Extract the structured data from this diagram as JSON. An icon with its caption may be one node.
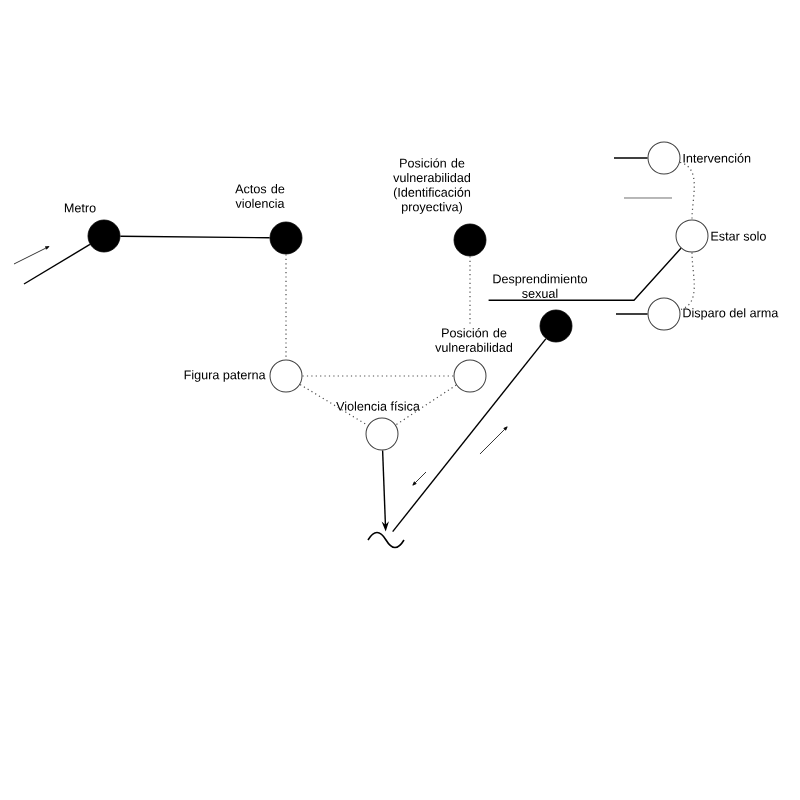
{
  "diagram": {
    "nodes": [
      {
        "text": [
          "Metro"
        ]
      },
      {
        "text": [
          "Actos de violencia"
        ]
      },
      {
        "text": [
          "Posición de vulnerabilidad (Identificación proyectiva)"
        ]
      },
      {
        "text": [
          "Intervención"
        ]
      },
      {
        "text": [
          "Estar solo"
        ]
      },
      {
        "text": [
          "Desprendimiento sexual"
        ]
      },
      {
        "text": [
          "Disparo del arma"
        ]
      },
      {
        "text": [
          "Figura paterna"
        ]
      },
      {
        "text": [
          "Posición de vulnerabilidad"
        ]
      },
      {
        "text": [
          "Violencia física"
        ]
      },
      {
        "text": [],
        "shape": "wave"
      }
    ],
    "edges": [
      {
        "from": null,
        "to": 0,
        "arrow": "none"
      },
      {
        "from": 0,
        "to": 1,
        "arrow": "none"
      },
      {
        "from": 1,
        "to": 7,
        "arrow": "none",
        "style": "dashed"
      },
      {
        "from": 2,
        "to": 8,
        "arrow": "none",
        "style": "dashed"
      },
      {
        "from": 7,
        "to": 8,
        "arrow": "none",
        "style": "dashed"
      },
      {
        "from": 7,
        "to": 9,
        "arrow": "none",
        "style": "dashed"
      },
      {
        "from": 8,
        "to": 9,
        "arrow": "none",
        "style": "dashed"
      },
      {
        "from": 9,
        "to": 10,
        "arrow": "to"
      },
      {
        "from": 5,
        "to": 10,
        "arrow": "none"
      },
      {
        "from": 5,
        "to": 4,
        "arrow": "none"
      },
      {
        "from": null,
        "to": 3,
        "arrow": "none"
      },
      {
        "from": 3,
        "to": 4,
        "arrow": "none",
        "style": "dashed"
      },
      {
        "from": 4,
        "to": 6,
        "arrow": "none",
        "style": "dashed"
      },
      {
        "from": null,
        "to": 6,
        "arrow": "none"
      }
    ]
  }
}
